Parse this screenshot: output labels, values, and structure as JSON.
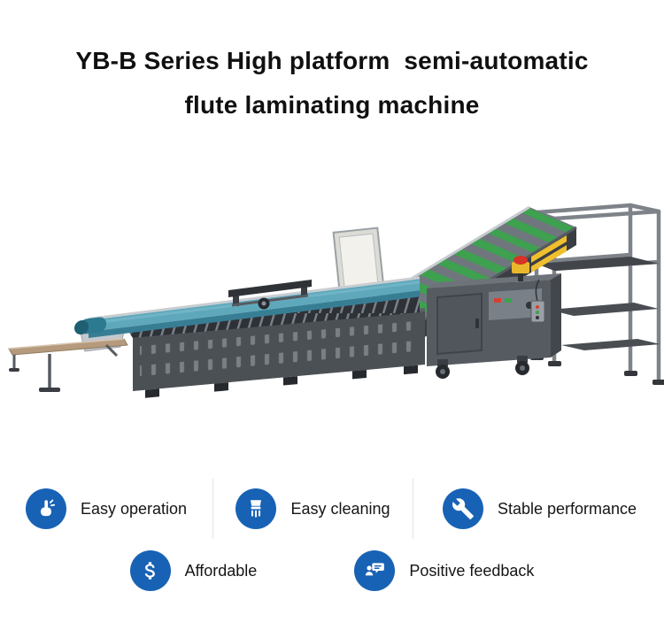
{
  "title": {
    "line1": "YB-B Series High platform  semi-automatic",
    "line2": "flute laminating machine"
  },
  "features": {
    "row1": [
      {
        "label": "Easy operation",
        "icon": "hand-tap-icon"
      },
      {
        "label": "Easy cleaning",
        "icon": "brush-icon"
      },
      {
        "label": "Stable performance",
        "icon": "wrench-icon"
      }
    ],
    "row2": [
      {
        "label": "Affordable",
        "icon": "dollar-coin-icon"
      },
      {
        "label": "Positive feedback",
        "icon": "feedback-chat-icon"
      }
    ]
  },
  "machine": {
    "alt": "Semi-automatic flute laminating machine illustration",
    "colors": {
      "body_gray": "#565b61",
      "belt_teal": "#5fa8bc",
      "deck_green": "#3da14f",
      "accent_yellow": "#f0bf2e",
      "emergency_red": "#d63428",
      "board_tan": "#b59a7d"
    }
  },
  "colors": {
    "accent_blue": "#1862b5",
    "title_text": "#101010",
    "feature_text": "#151515",
    "divider": "#e4e4e4",
    "background": "#ffffff"
  }
}
